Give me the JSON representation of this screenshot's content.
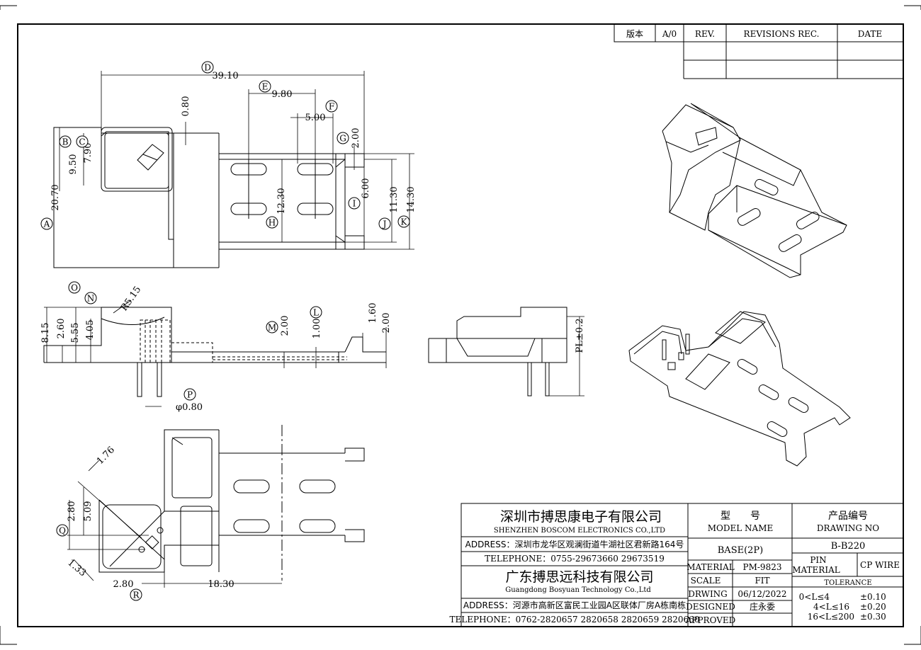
{
  "revision_table": {
    "version_label": "版本",
    "version_value": "A/0",
    "rev_label": "REV.",
    "revisions_label": "REVISIONS REC.",
    "date_label": "DATE"
  },
  "dimensions": {
    "d39_10": "39.10",
    "d9_80": "9.80",
    "d5_00": "5.00",
    "d0_80": "0.80",
    "d2_00_top": "2.00",
    "d9_50": "9.50",
    "d7_90": "7.90",
    "d20_70": "20.70",
    "d12_30": "12.30",
    "d6_00": "6.00",
    "d11_30": "11.30",
    "d14_30": "14.30",
    "d8_15": "8.15",
    "d2_60": "2.60",
    "d5_55": "5.55",
    "d4_05": "4.05",
    "r5_15": "R5.15",
    "d2_00_mid": "2.00",
    "d1_00": "1.00",
    "d1_60": "1.60",
    "d2_00_side": "2.00",
    "phi0_80": "φ0.80",
    "pl": "PL±0.2",
    "d1_76": "1.76",
    "d2_80_v": "2.80",
    "d5_09": "5.09",
    "d1_33": "1.33",
    "d2_80_h": "2.80",
    "d18_30": "18.30"
  },
  "balloons": [
    "A",
    "B",
    "C",
    "D",
    "E",
    "F",
    "G",
    "H",
    "I",
    "J",
    "K",
    "L",
    "M",
    "N",
    "O",
    "P",
    "Q",
    "R"
  ],
  "title_block": {
    "company_cn": "深圳市搏思康电子有限公司",
    "company_en": "SHENZHEN BOSCOM ELECTRONICS CO.,LTD",
    "address1": "ADDRESS：深圳市龙华区观澜街道牛湖社区君新路164号",
    "telephone1": "TELEPHONE：0755-29673660 29673519",
    "company2_cn": "广东搏思远科技有限公司",
    "company2_en": "Guangdong Bosyuan Technology Co.,Ltd",
    "address2": "ADDRESS：河源市高新区富民工业园A区联体厂房A栋南栋",
    "telephone2": "TELEPHONE：0762-2820657 2820658 2820659 2820660",
    "model_cn": "型　　号",
    "model_en": "MODEL NAME",
    "model_value": "BASE(2P)",
    "drawing_cn": "产品编号",
    "drawing_en": "DRAWING NO",
    "drawing_value": "B-B220",
    "material_label": "MATERIAL",
    "material_value": "PM-9823",
    "pin_label_1": "PIN",
    "pin_label_2": "MATERIAL",
    "pin_value": "CP WIRE",
    "scale_label": "SCALE",
    "scale_value": "FIT",
    "tolerance_label": "TOLERANCE",
    "drawing_date_label": "DRWING",
    "drawing_date_value": "06/12/2022",
    "designed_label": "DESIGNED",
    "designed_value": "庄永委",
    "approved_label": "APPROVED",
    "tol1_range": "0<L≤4",
    "tol1_value": "±0.10",
    "tol2_range": "4<L≤16",
    "tol2_value": "±0.20",
    "tol3_range": "16<L≤200",
    "tol3_value": "±0.30"
  }
}
